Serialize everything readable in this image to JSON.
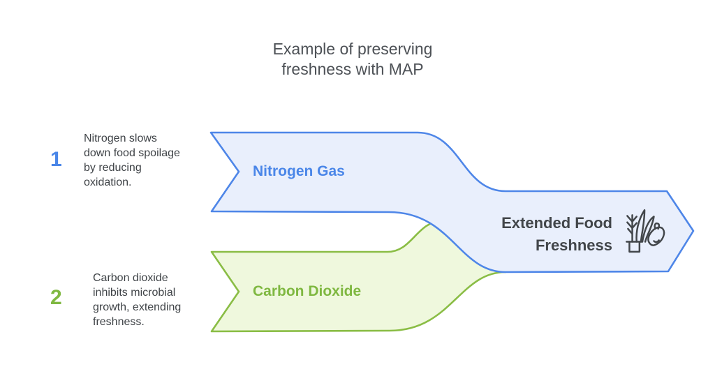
{
  "title": "Example of preserving\nfreshness with MAP",
  "steps": [
    {
      "number": "1",
      "description": "Nitrogen slows\ndown food spoilage\nby reducing\noxidation.",
      "band_label": "Nitrogen Gas"
    },
    {
      "number": "2",
      "description": "Carbon dioxide\ninhibits microbial\ngrowth, extending\nfreshness.",
      "band_label": "Carbon Dioxide"
    }
  ],
  "result": {
    "label": "Extended Food\nFreshness",
    "icon": "wheat-and-lemon-icon"
  },
  "colors": {
    "blue_stroke": "#4e86e8",
    "blue_fill": "#e9effc",
    "blue_text": "#4a86e8",
    "green_stroke": "#8abd45",
    "green_fill": "#eff8dd",
    "green_text": "#7fb841",
    "title_text": "#4d5156",
    "body_text": "#3f4347",
    "result_text": "#42464a",
    "icon_stroke": "#42464a"
  }
}
